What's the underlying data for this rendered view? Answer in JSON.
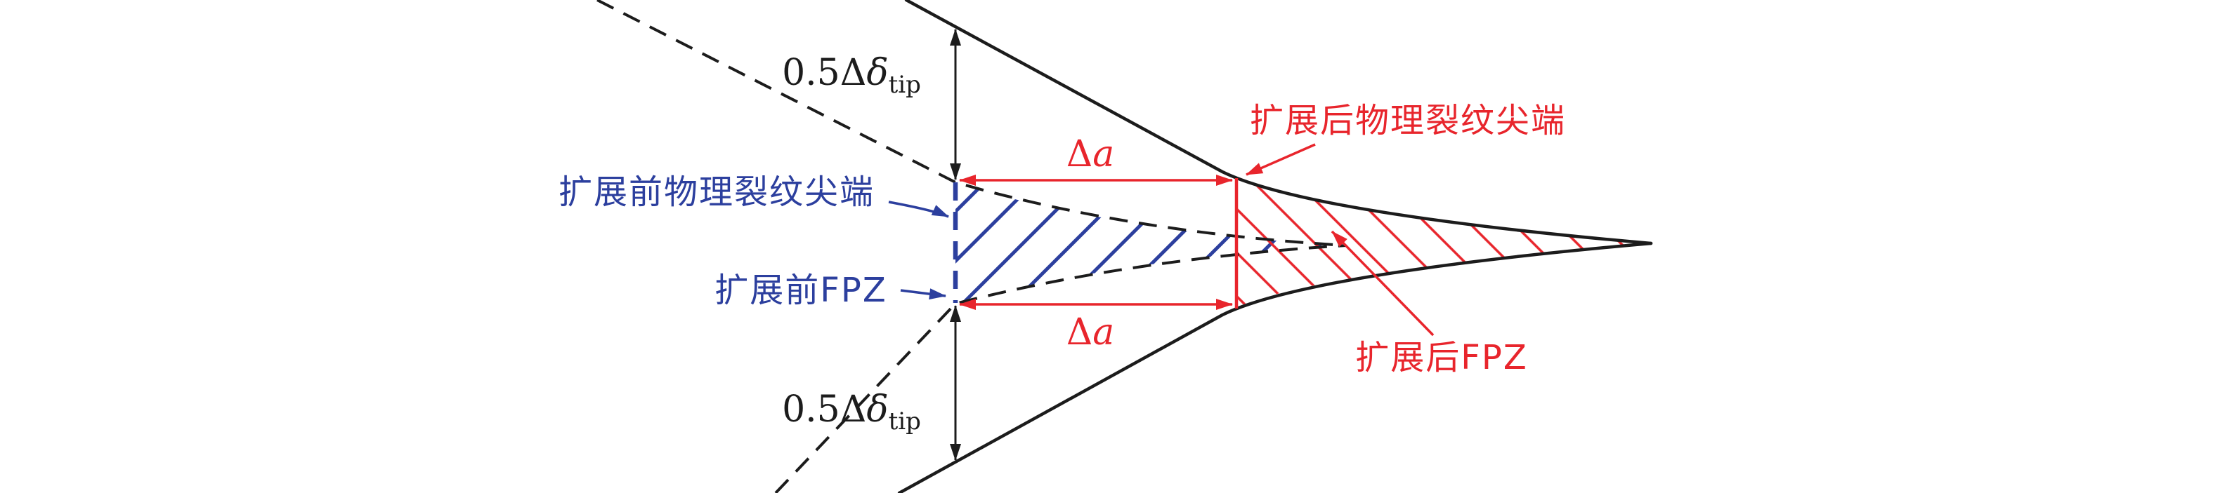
{
  "colors": {
    "black": "#1c1c1c",
    "blue": "#2c3f9e",
    "red": "#e8252c",
    "background": "#ffffff"
  },
  "labels": {
    "half_delta_tip_top": {
      "prefix": "0.5Δ",
      "symbol": "δ",
      "subscript": "tip"
    },
    "half_delta_tip_bottom": {
      "prefix": "0.5Δ",
      "symbol": "δ",
      "subscript": "tip"
    },
    "delta_a_top": {
      "symbol": "Δ",
      "variable": "a"
    },
    "delta_a_bottom": {
      "symbol": "Δ",
      "variable": "a"
    },
    "pre_crack_tip": "扩展前物理裂纹尖端",
    "pre_fpz": "扩展前FPZ",
    "post_crack_tip": "扩展后物理裂纹尖端",
    "post_fpz": "扩展后FPZ"
  }
}
